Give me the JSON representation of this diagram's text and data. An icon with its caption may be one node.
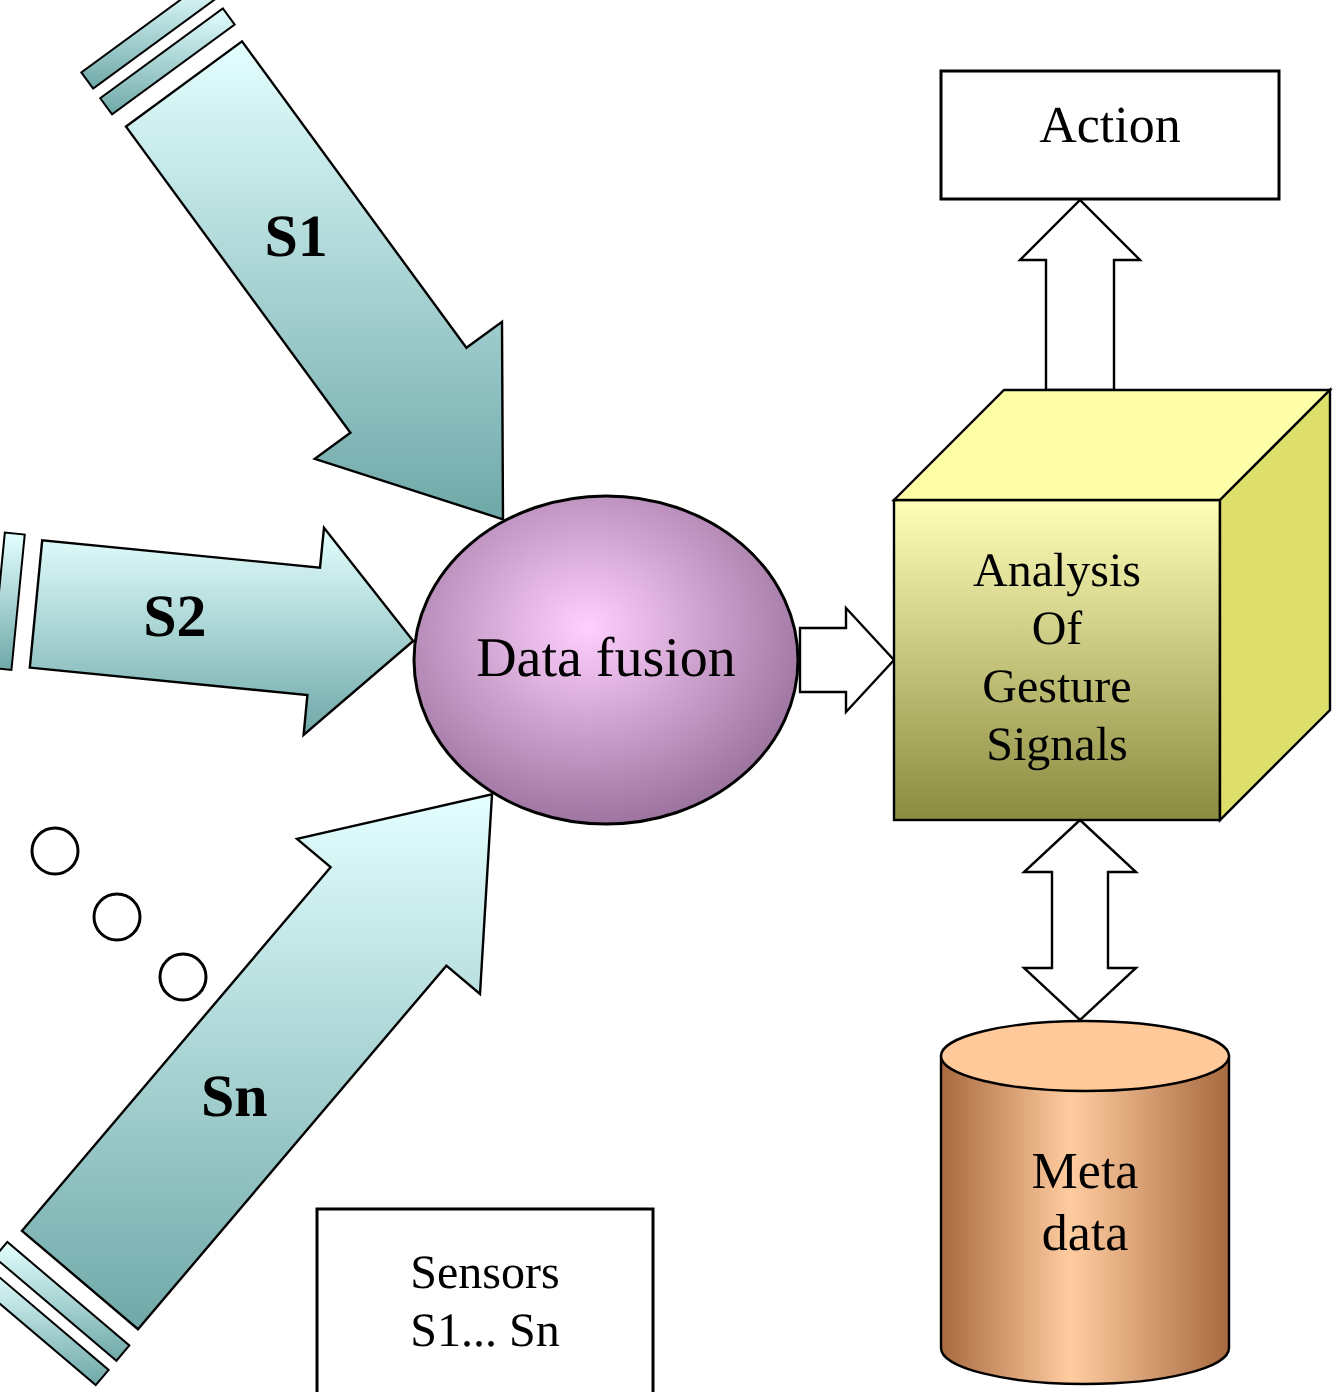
{
  "diagram": {
    "nodes": [
      {
        "text": [
          "Action"
        ]
      },
      {
        "text": [
          "Data fusion"
        ]
      },
      {
        "text": [
          "Analysis Of Gesture Signals"
        ]
      },
      {
        "text": [
          "Meta data"
        ]
      },
      {
        "text": [],
        "shape": "circle"
      },
      {
        "text": [],
        "shape": "circle"
      },
      {
        "text": [],
        "shape": "circle"
      },
      {
        "text": [
          "Sensors S1... Sn"
        ]
      }
    ],
    "edges": [
      {
        "from": null,
        "to": 1,
        "arrow": "to",
        "label": "S1"
      },
      {
        "from": null,
        "to": 1,
        "arrow": "to",
        "label": "S2"
      },
      {
        "from": null,
        "to": 1,
        "arrow": "to",
        "label": "Sn"
      },
      {
        "from": 1,
        "to": 2,
        "arrow": "to"
      },
      {
        "from": 2,
        "to": 0,
        "arrow": "to"
      },
      {
        "from": 2,
        "to": 3,
        "arrow": "both"
      }
    ]
  }
}
